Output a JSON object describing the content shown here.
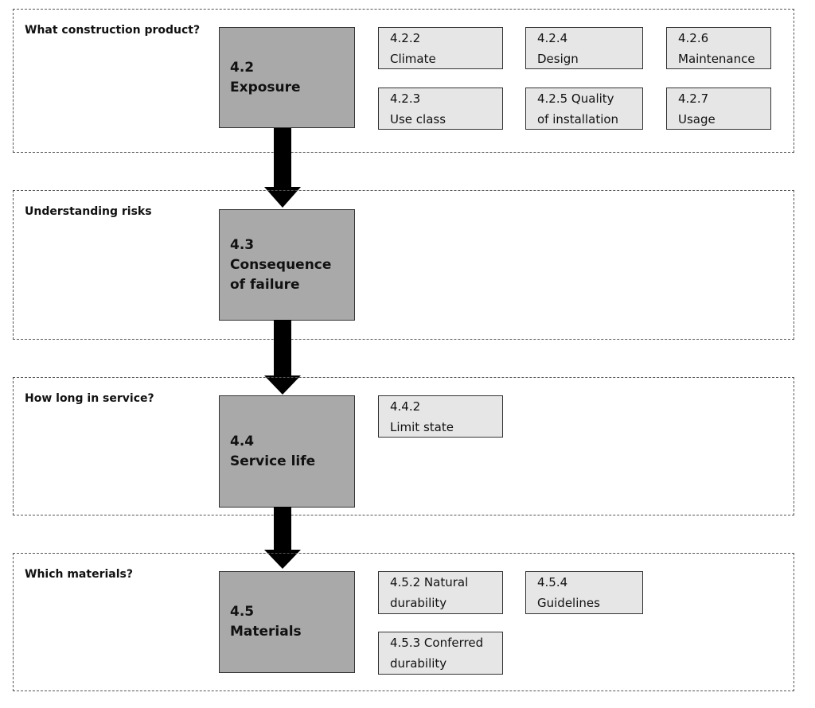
{
  "sections": [
    {
      "question": "What construction product?",
      "main": {
        "number": "4.2",
        "title_lines": [
          "Exposure"
        ]
      },
      "subs": [
        {
          "lines": [
            "4.2.2",
            "Climate"
          ]
        },
        {
          "lines": [
            "4.2.4",
            "Design"
          ]
        },
        {
          "lines": [
            "4.2.6",
            "Maintenance"
          ]
        },
        {
          "lines": [
            "4.2.3",
            "Use class"
          ]
        },
        {
          "lines": [
            "4.2.5 Quality",
            "of installation"
          ]
        },
        {
          "lines": [
            "4.2.7",
            "Usage"
          ]
        }
      ]
    },
    {
      "question": "Understanding risks",
      "main": {
        "number": "4.3",
        "title_lines": [
          "Consequence",
          "of failure"
        ]
      },
      "subs": []
    },
    {
      "question": "How long in service?",
      "main": {
        "number": "4.4",
        "title_lines": [
          "Service life"
        ]
      },
      "subs": [
        {
          "lines": [
            "4.4.2",
            "Limit state"
          ]
        }
      ]
    },
    {
      "question": "Which materials?",
      "main": {
        "number": "4.5",
        "title_lines": [
          "Materials"
        ]
      },
      "subs": [
        {
          "lines": [
            "4.5.2 Natural",
            "durability"
          ]
        },
        {
          "lines": [
            "4.5.4",
            "Guidelines"
          ]
        },
        {
          "lines": [
            "4.5.3 Conferred",
            "durability"
          ]
        }
      ]
    }
  ],
  "colors": {
    "main_box_fill": "#a9a9a9",
    "sub_box_fill": "#e6e6e6",
    "arrow": "#000000",
    "section_border": "#555555"
  }
}
